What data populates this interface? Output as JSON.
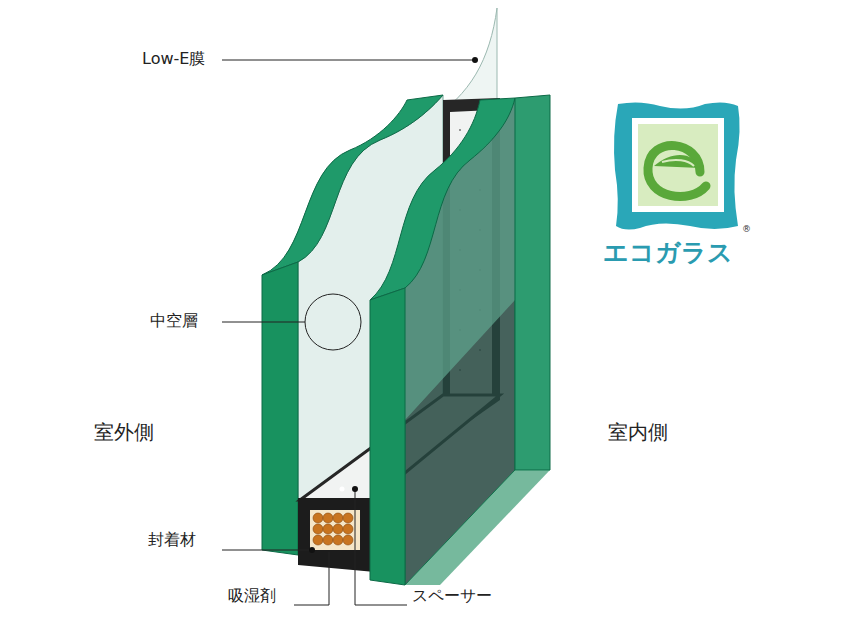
{
  "diagram": {
    "labels": [
      "Low-E膜",
      "中空層",
      "室外側",
      "室内側",
      "封着材",
      "吸湿剤",
      "スペーサー",
      "エコガラス",
      "®"
    ]
  }
}
